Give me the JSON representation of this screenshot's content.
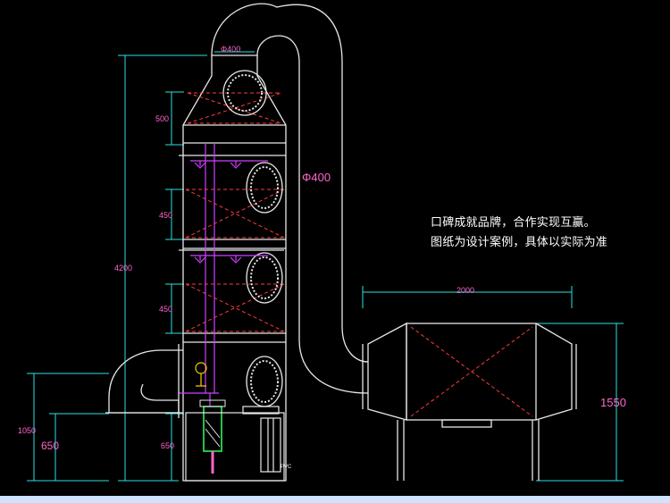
{
  "caption": {
    "line1": "口碑成就品牌，合作实现互赢。",
    "line2": "图纸为设计案例，具体以实际为准"
  },
  "dimensions": {
    "duct_diameter_top": "Φ400",
    "duct_diameter_side": "Φ400",
    "overall_height": "4200",
    "top_section": "500",
    "section_mid_1": "450",
    "section_mid_2": "450",
    "base_height": "650",
    "inlet_height": "1050",
    "inlet_base": "650",
    "box_width": "2000",
    "box_height": "1550"
  },
  "labels": {
    "pump_label": "PVC"
  },
  "colors": {
    "outline": "#e8e8e8",
    "dimension": "#2ee0e0",
    "dimension_text": "#ff66cc",
    "cross": "#ff3b3b",
    "pipe": "#d040ff",
    "gauge": "#ffcc00",
    "pump": "#33ff66",
    "background": "#000000"
  }
}
